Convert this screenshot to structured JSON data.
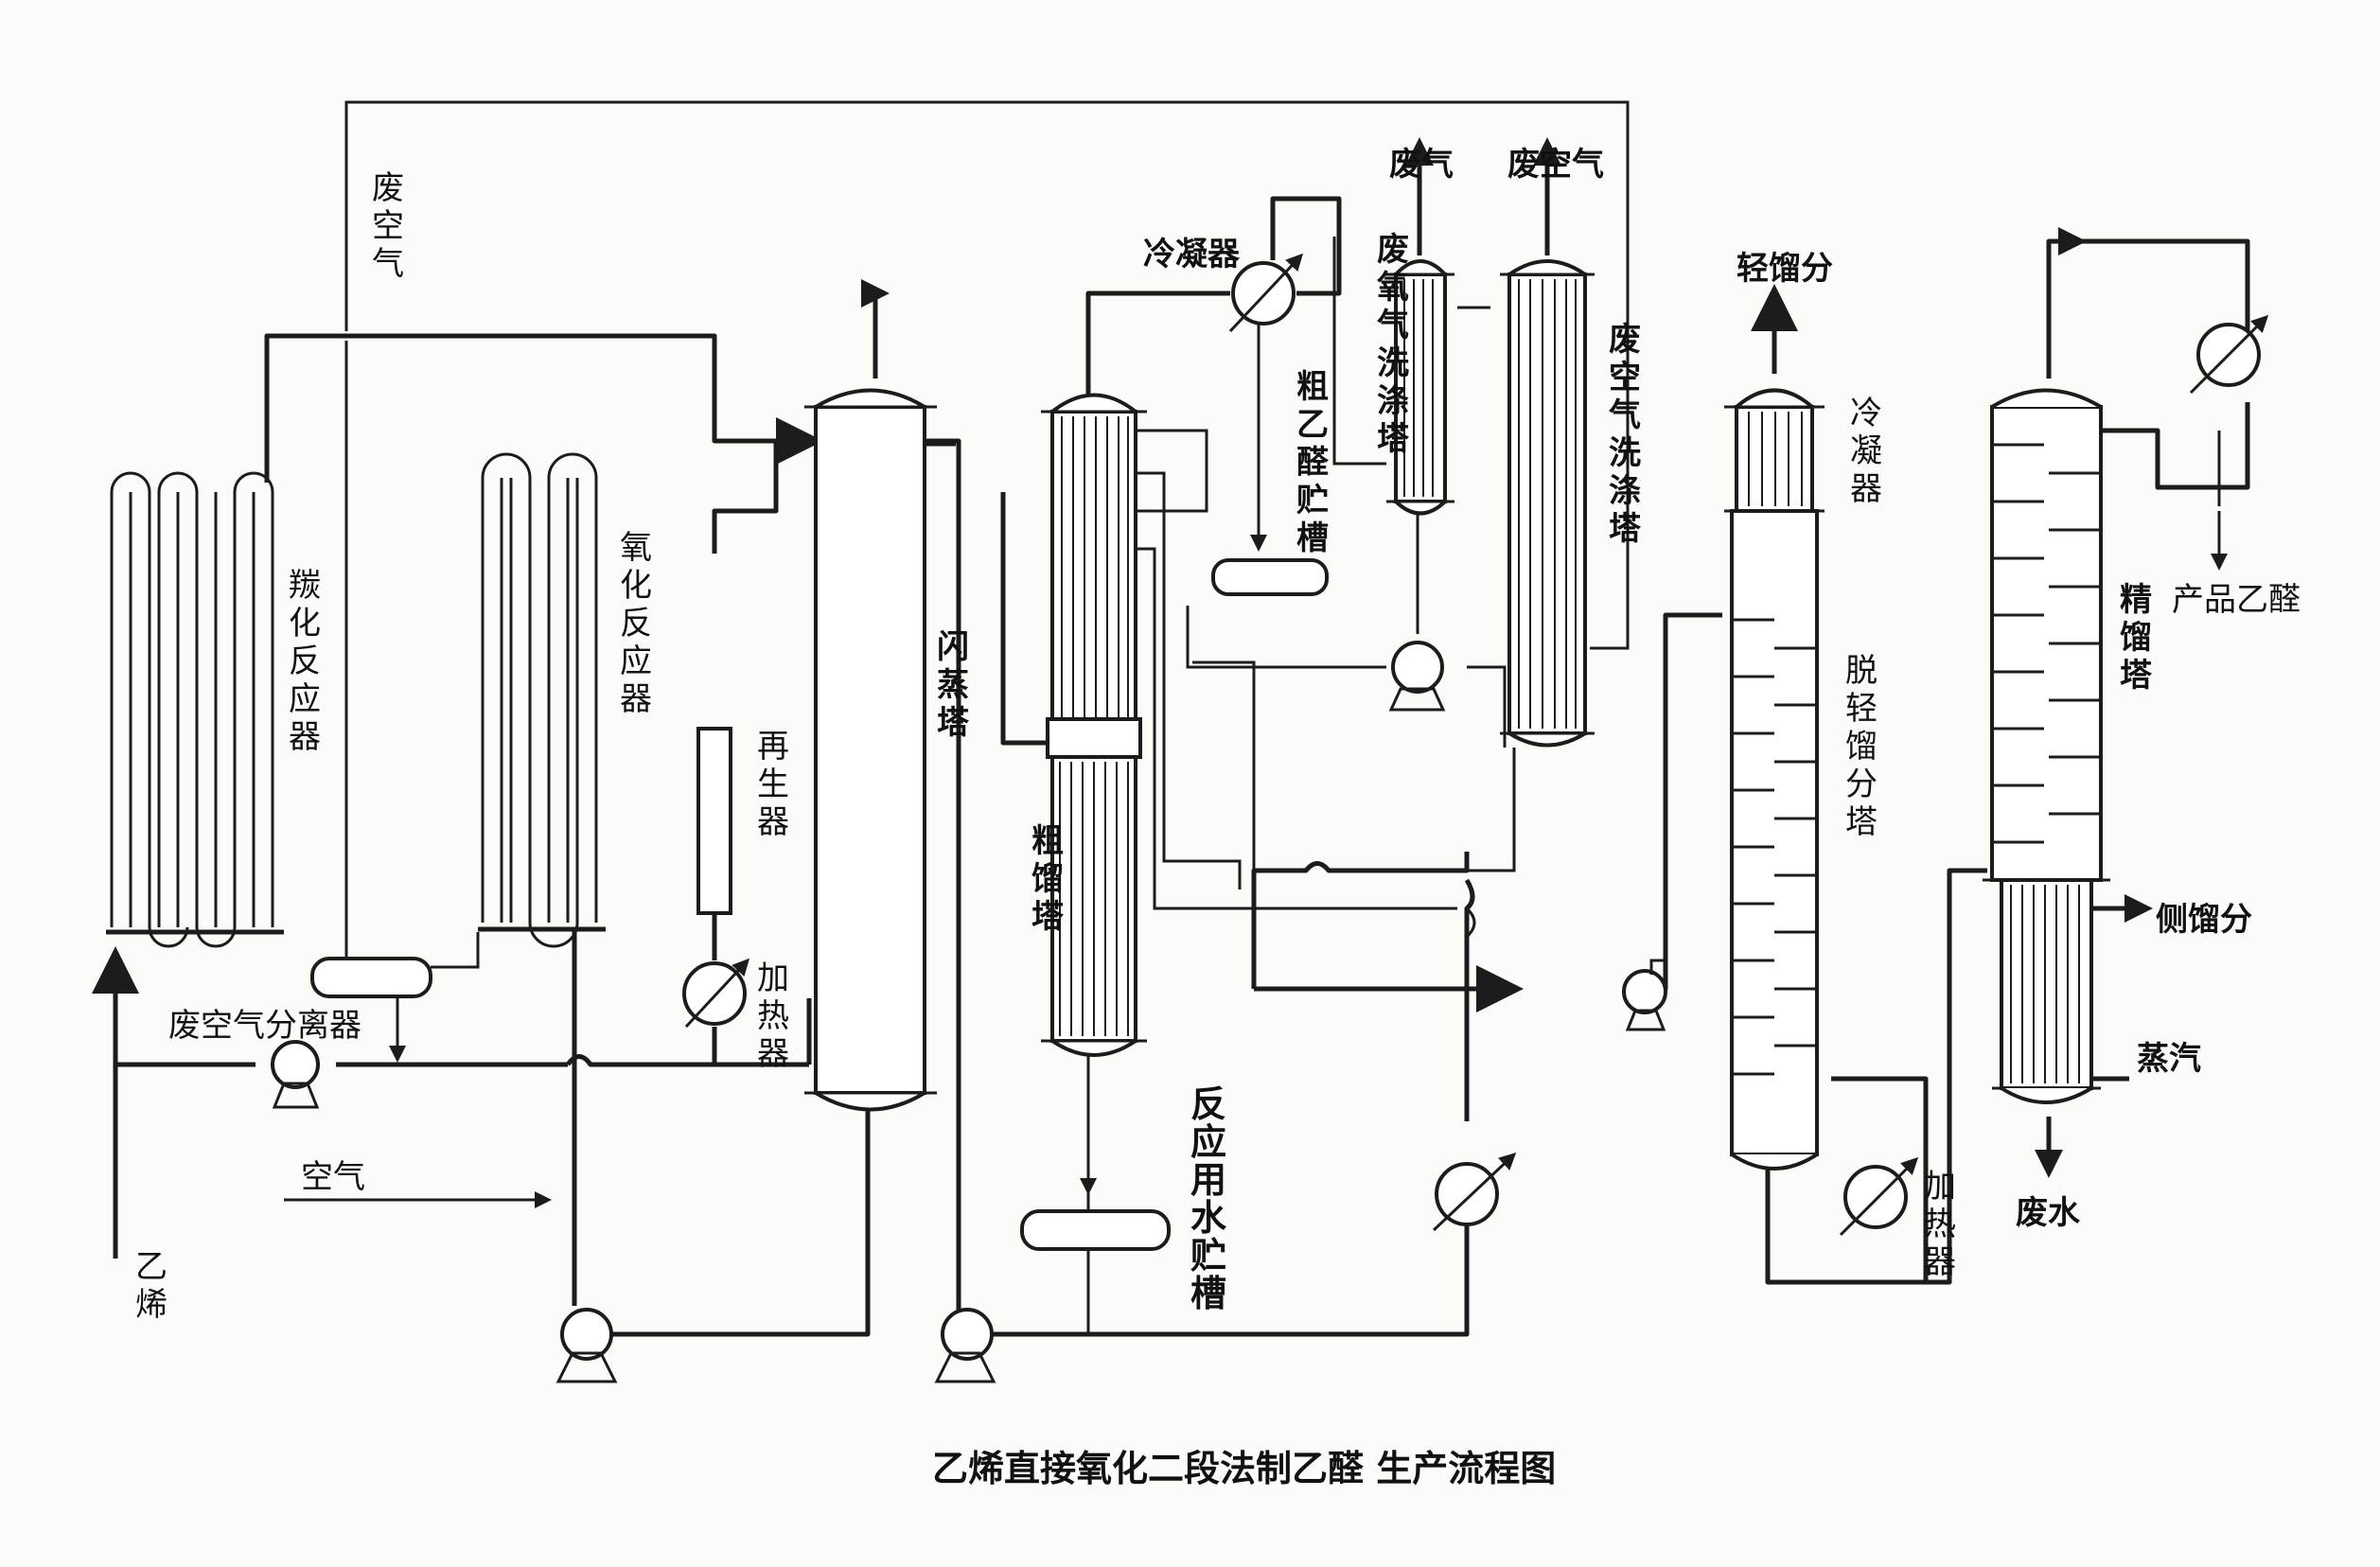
{
  "title": "乙烯直接氧化二段法制乙醛 生产流程图",
  "labels": {
    "waste_air_top": "废空气",
    "carbonylation_reactor": "羰化反应器",
    "oxidation_reactor": "氧化反应器",
    "regenerator": "再生器",
    "heater_left": "加热器",
    "waste_air_separator": "废空气分离器",
    "air": "空气",
    "ethylene": "乙烯",
    "flash_tower": "闪蒸塔",
    "condenser": "冷凝器",
    "crude_tower": "粗馏塔",
    "crude_acetaldehyde_tank": "粗乙醛贮槽",
    "waste_gas": "废气",
    "waste_oxygen_scrubber": "废氧气洗涤塔",
    "waste_air_out": "废空气",
    "waste_air_scrubber": "废空气洗涤塔",
    "reaction_water_tank": "反应用水贮槽",
    "light_fraction": "轻馏分",
    "condenser_right": "冷凝器",
    "light_ends_tower": "脱轻馏分塔",
    "heater_right": "加热器",
    "rectification_tower": "精馏塔",
    "product_acetaldehyde": "产品乙醛",
    "side_draw": "侧馏分",
    "steam": "蒸汽",
    "waste_water": "废水"
  },
  "colors": {
    "ink": "#1c1c1c",
    "paper": "#fbfbf8"
  }
}
